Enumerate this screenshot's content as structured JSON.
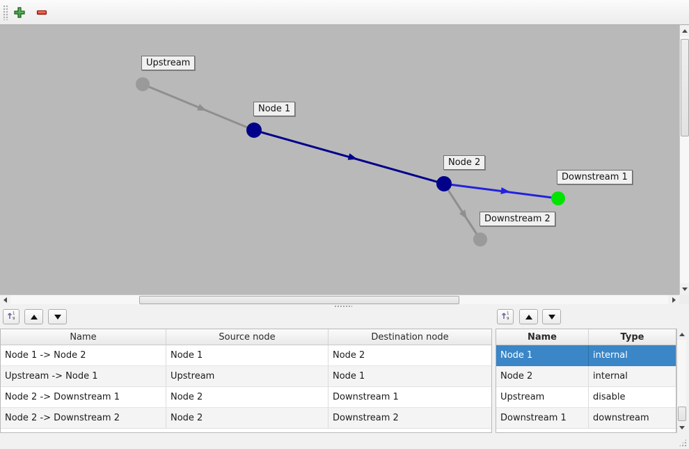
{
  "toolbar": {
    "add_icon": "green-plus",
    "remove_icon": "red-minus"
  },
  "canvas": {
    "bg_color": "#b9b9b9",
    "nodes": [
      {
        "label": "Upstream",
        "color": "#9a9a9a"
      },
      {
        "label": "Node 1",
        "color": "#00008b"
      },
      {
        "label": "Node 2",
        "color": "#00008b"
      },
      {
        "label": "Downstream 1",
        "color": "#00e400"
      },
      {
        "label": "Downstream 2",
        "color": "#9a9a9a"
      }
    ],
    "edges": [
      {
        "from": "Upstream",
        "to": "Node 1",
        "color": "#8f8f8f"
      },
      {
        "from": "Node 1",
        "to": "Node 2",
        "color": "#00008b"
      },
      {
        "from": "Node 2",
        "to": "Downstream 1",
        "color": "#2222dd"
      },
      {
        "from": "Node 2",
        "to": "Downstream 2",
        "color": "#8f8f8f"
      }
    ]
  },
  "edges_panel": {
    "columns": [
      "Name",
      "Source node",
      "Destination node"
    ],
    "rows": [
      {
        "name": "Node 1 -> Node 2",
        "source": "Node 1",
        "destination": "Node 2"
      },
      {
        "name": "Upstream -> Node 1",
        "source": "Upstream",
        "destination": "Node 1"
      },
      {
        "name": "Node 2 -> Downstream 1",
        "source": "Node 2",
        "destination": "Downstream 1"
      },
      {
        "name": "Node 2 -> Downstream 2",
        "source": "Node 2",
        "destination": "Downstream 2"
      }
    ]
  },
  "nodes_panel": {
    "columns": [
      "Name",
      "Type"
    ],
    "rows": [
      {
        "name": "Node 1",
        "type": "internal",
        "selected": true
      },
      {
        "name": "Node 2",
        "type": "internal",
        "selected": false
      },
      {
        "name": "Upstream",
        "type": "disable",
        "selected": false
      },
      {
        "name": "Downstream 1",
        "type": "downstream",
        "selected": false
      }
    ]
  },
  "colors": {
    "selection": "#3a86c7",
    "canvas": "#b9b9b9",
    "node_internal": "#00008b",
    "node_downstream": "#00e400",
    "node_disabled": "#9a9a9a"
  }
}
